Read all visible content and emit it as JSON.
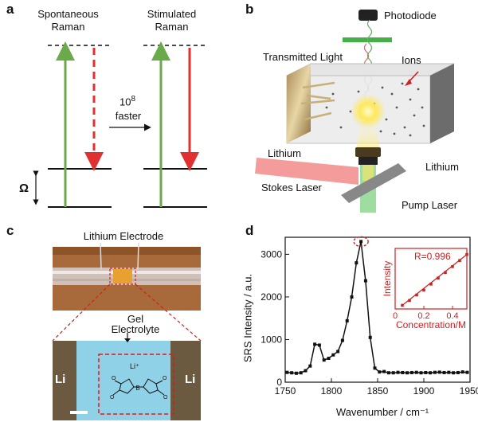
{
  "panel_a": {
    "label": "a",
    "spontaneous": [
      "Spontaneous",
      "Raman"
    ],
    "stimulated": [
      "Stimulated",
      "Raman"
    ],
    "speedup_exp": "8",
    "speedup_base": "10",
    "speedup_word": "faster",
    "omega": "Ω",
    "colors": {
      "pump": "#6aaa4a",
      "stokes": "#e03030"
    }
  },
  "panel_b": {
    "label": "b",
    "photodiode": "Photodiode",
    "transmitted": "Transmitted Light",
    "ions": "Ions",
    "lithium_left": "Lithium",
    "lithium_right": "Lithium",
    "stokes_laser": "Stokes Laser",
    "pump_laser": "Pump Laser"
  },
  "panel_c": {
    "label": "c",
    "lithium_electrode": "Lithium Electrode",
    "gel": "Gel",
    "electrolyte": "Electrolyte",
    "li_left": "Li",
    "li_right": "Li",
    "li_plus": "Li⁺"
  },
  "panel_d": {
    "label": "d",
    "chart_data": [
      {
        "type": "line",
        "xlabel": "Wavenumber / cm⁻¹",
        "ylabel": "SRS Intensity / a.u.",
        "xlim": [
          1750,
          1950
        ],
        "ylim": [
          0,
          3400
        ],
        "xticks": [
          1750,
          1800,
          1850,
          1900,
          1950
        ],
        "yticks": [
          0,
          1000,
          2000,
          3000
        ],
        "x": [
          1752,
          1757,
          1762,
          1767,
          1772,
          1777,
          1782,
          1787,
          1792,
          1797,
          1802,
          1807,
          1812,
          1817,
          1822,
          1827,
          1832,
          1837,
          1842,
          1847,
          1852,
          1857,
          1862,
          1867,
          1872,
          1877,
          1882,
          1887,
          1892,
          1897,
          1902,
          1907,
          1912,
          1917,
          1922,
          1927,
          1932,
          1937,
          1942,
          1947
        ],
        "y": [
          230,
          220,
          210,
          220,
          270,
          380,
          890,
          870,
          520,
          560,
          640,
          720,
          980,
          1440,
          2000,
          2800,
          3300,
          2380,
          1050,
          330,
          240,
          250,
          220,
          220,
          230,
          225,
          220,
          225,
          230,
          220,
          225,
          220,
          230,
          235,
          225,
          230,
          220,
          225,
          240,
          230
        ],
        "color": "#111111"
      },
      {
        "type": "scatter",
        "inset": true,
        "annotation": "R=0.996",
        "xlabel": "Concentration/M",
        "ylabel": "Intensity",
        "xlim": [
          0,
          0.5
        ],
        "xticks": [
          0,
          0.2,
          0.4
        ],
        "tick_labels": [
          "0",
          "0.2",
          "0.4"
        ],
        "x": [
          0.05,
          0.1,
          0.15,
          0.2,
          0.25,
          0.3,
          0.35,
          0.4,
          0.45,
          0.5
        ],
        "y": [
          0.06,
          0.14,
          0.23,
          0.31,
          0.41,
          0.51,
          0.6,
          0.7,
          0.8,
          0.9
        ],
        "color": "#cc2222"
      }
    ]
  }
}
